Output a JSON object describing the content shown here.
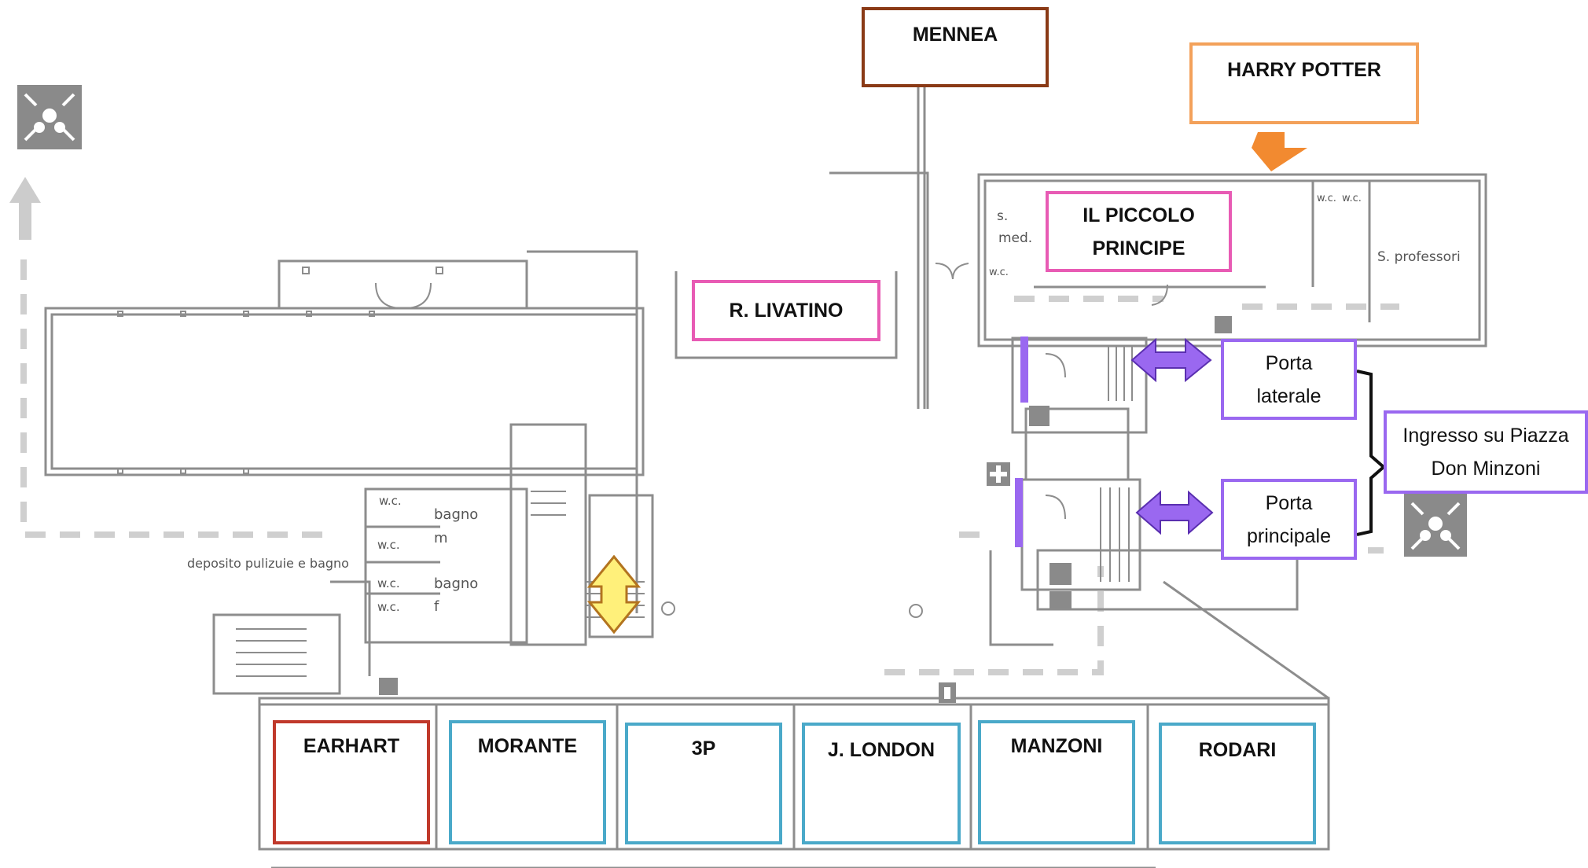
{
  "rooms": {
    "mennea": "MENNEA",
    "harry_potter": "HARRY POTTER",
    "piccolo_principe_line1": "IL PICCOLO",
    "piccolo_principe_line2": "PRINCIPE",
    "livatino": "R. LIVATINO",
    "earhart": "EARHART",
    "morante": "MORANTE",
    "p3": "3P",
    "london": "J. LONDON",
    "manzoni": "MANZONI",
    "rodari": "RODARI"
  },
  "entrances": {
    "side_door_line1": "Porta",
    "side_door_line2": "laterale",
    "main_door_line1": "Porta",
    "main_door_line2": "principale",
    "entrance_line1": "Ingresso su Piazza",
    "entrance_line2": "Don Minzoni"
  },
  "plan_labels": {
    "s": "s.",
    "med": "med.",
    "wc": "w.c.",
    "s_professori": "S. professori",
    "bagno": "bagno",
    "m": "m",
    "f": "f",
    "deposito": "deposito pulizuie e bagno"
  },
  "colors": {
    "brown": "#8a3a16",
    "orange": "#f3a15a",
    "pink": "#e85bb4",
    "red": "#c0392b",
    "teal": "#4aa9c9",
    "purple": "#9a68f0",
    "yellow": "#fff07a"
  },
  "icons": [
    "assembly-point-icon",
    "up-arrow-icon",
    "stairs-double-arrow-icon",
    "door-double-arrow-icon",
    "first-aid-icon",
    "fire-extinguisher-icon"
  ]
}
